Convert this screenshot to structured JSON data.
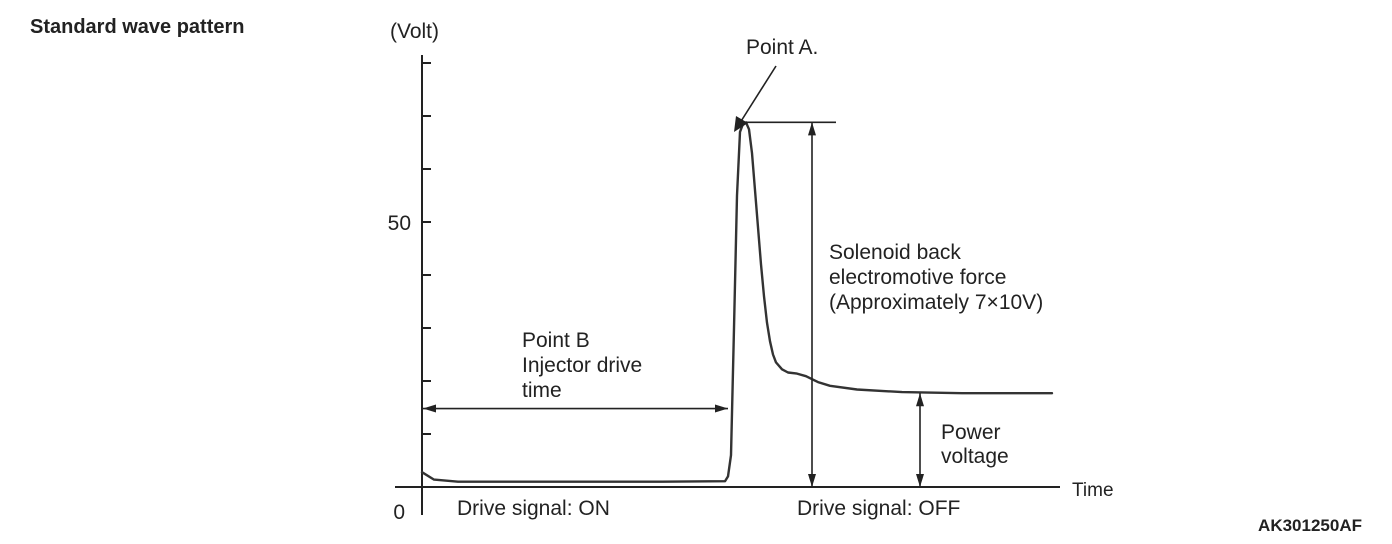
{
  "page_title": "Standard wave pattern",
  "figure_id": "AK301250AF",
  "chart_data": {
    "type": "line",
    "title": "Standard wave pattern",
    "ylabel": "(Volt)",
    "xlabel": "Time",
    "y_ticks": [
      {
        "value": 0,
        "label": "0"
      },
      {
        "value": 50,
        "label": "50"
      }
    ],
    "ylim": [
      0,
      82
    ],
    "series": [
      {
        "points": [
          [
            0,
            2.8
          ],
          [
            4,
            1.4
          ],
          [
            12,
            1.0
          ],
          [
            60,
            1.0
          ],
          [
            80,
            1.0
          ],
          [
            101,
            1.1
          ],
          [
            102,
            2.0
          ],
          [
            103,
            6
          ],
          [
            104,
            30
          ],
          [
            105,
            55
          ],
          [
            106,
            67
          ],
          [
            107,
            68.5
          ],
          [
            108,
            68.8
          ],
          [
            109,
            67.5
          ],
          [
            110,
            63
          ],
          [
            111,
            56
          ],
          [
            112,
            49
          ],
          [
            113,
            42
          ],
          [
            114,
            36
          ],
          [
            115,
            31
          ],
          [
            116,
            27.5
          ],
          [
            117,
            25
          ],
          [
            118,
            23.5
          ],
          [
            120,
            22.2
          ],
          [
            122,
            21.6
          ],
          [
            125,
            21.4
          ],
          [
            128,
            20.9
          ],
          [
            132,
            19.8
          ],
          [
            136,
            19.1
          ],
          [
            145,
            18.4
          ],
          [
            160,
            17.9
          ],
          [
            180,
            17.7
          ],
          [
            210,
            17.7
          ]
        ]
      }
    ],
    "annotations": {
      "point_a": "Point A.",
      "point_b_lines": [
        "Point B",
        "Injector drive",
        "time"
      ],
      "solenoid_lines": [
        "Solenoid back",
        "electromotive force",
        "(Approximately 7×10V)"
      ],
      "power_lines": [
        "Power",
        "voltage"
      ],
      "drive_on": "Drive signal: ON",
      "drive_off": "Drive signal: OFF"
    },
    "levels": {
      "peak": 68.8,
      "power_voltage": 17.7,
      "drive_time_marker": 14.8
    },
    "drive_switch_time": 102
  }
}
